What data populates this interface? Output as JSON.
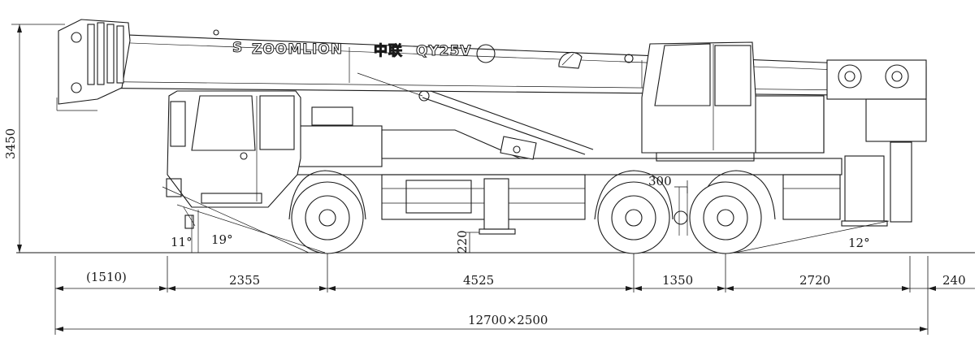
{
  "brand": {
    "name": "ZOOMLION",
    "name_cn": "中联",
    "model": "QY25V"
  },
  "dimensions": {
    "overall_height": "3450",
    "front_overhang": "(1510)",
    "axle_front_to_second": "2355",
    "axle_second_to_third": "4525",
    "axle_third_to_fourth": "1350",
    "rear_axle_to_tail": "2720",
    "tail_extension": "240",
    "overall_length_width": "12700×2500",
    "ground_clearance": "220",
    "outrigger_offset": "300"
  },
  "angles": {
    "approach_angle": "11°",
    "secondary_angle": "19°",
    "departure_angle": "12°"
  },
  "colors": {
    "line": "#1a1a1a",
    "background": "#ffffff"
  }
}
